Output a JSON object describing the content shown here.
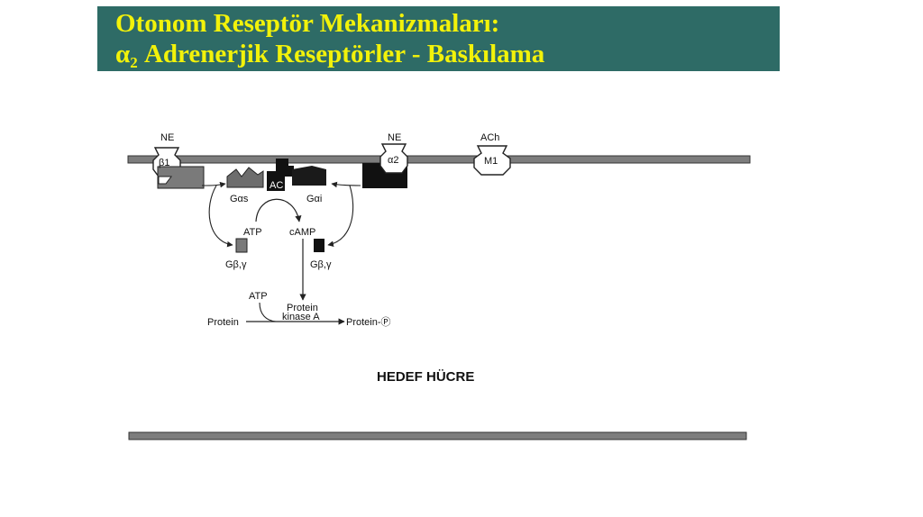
{
  "slide": {
    "title_line1": "Otonom Reseptör Mekanizmaları:",
    "title_line2_alpha": "α",
    "title_line2_sub": "2",
    "title_line2_rest": " Adrenerjik Reseptörler - Baskılama"
  },
  "diagram": {
    "ne_left": "NE",
    "beta1": "β1",
    "ne_right": "NE",
    "alpha2": "α2",
    "ach": "ACh",
    "m1": "M1",
    "ac": "AC",
    "g_alpha_s": "Gαs",
    "g_alpha_i": "Gαi",
    "atp_top": "ATP",
    "camp": "cAMP",
    "g_beta_gamma_left": "Gβ,γ",
    "g_beta_gamma_right": "Gβ,γ",
    "atp_bottom": "ATP",
    "protein_left": "Protein",
    "protein_kinase_line1": "Protein",
    "protein_kinase_line2": "kinase A",
    "protein_p": "Protein-Ⓟ",
    "target_cell": "HEDEF HÜCRE"
  },
  "colors": {
    "title_bg": "#2e6b66",
    "title_text": "#f2f20a"
  }
}
